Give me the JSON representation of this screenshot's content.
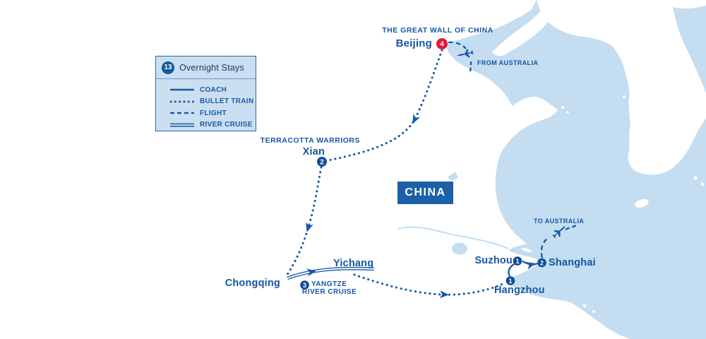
{
  "map": {
    "region_label": "CHINA",
    "labels": {
      "great_wall": "THE GREAT WALL OF CHINA",
      "terracotta": "TERRACOTTA WARRIORS",
      "from_australia": "FROM AUSTRALIA",
      "to_australia": "TO AUSTRALIA",
      "cruise_nights": "3",
      "cruise_line1": "YANGTZE",
      "cruise_line2": "RIVER CRUISE"
    },
    "cities": {
      "beijing": {
        "name": "Beijing",
        "nights": "4"
      },
      "xian": {
        "name": "Xian",
        "nights": "2"
      },
      "chongqing": {
        "name": "Chongqing"
      },
      "yichang": {
        "name": "Yichang"
      },
      "suzhou": {
        "name": "Suzhou",
        "nights": "1"
      },
      "hangzhou": {
        "name": "Hangzhou",
        "nights": "1"
      },
      "shanghai": {
        "name": "Shanghai",
        "nights": "2"
      }
    }
  },
  "legend": {
    "total_nights": "13",
    "title": "Overnight Stays",
    "items": [
      {
        "label": "COACH",
        "style": "solid"
      },
      {
        "label": "BULLET TRAIN",
        "style": "dotted"
      },
      {
        "label": "FLIGHT",
        "style": "dashed"
      },
      {
        "label": "RIVER CRUISE",
        "style": "double"
      }
    ]
  },
  "colors": {
    "sea": "#C4DDF0",
    "land": "#FFFFFF",
    "route_blue": "#1558A6",
    "night_circle_navy": "#0D4E97",
    "beijing_circle_red": "#E6173E",
    "region_box_blue": "#1C60A8",
    "legend_background": "#CBDFF1"
  }
}
